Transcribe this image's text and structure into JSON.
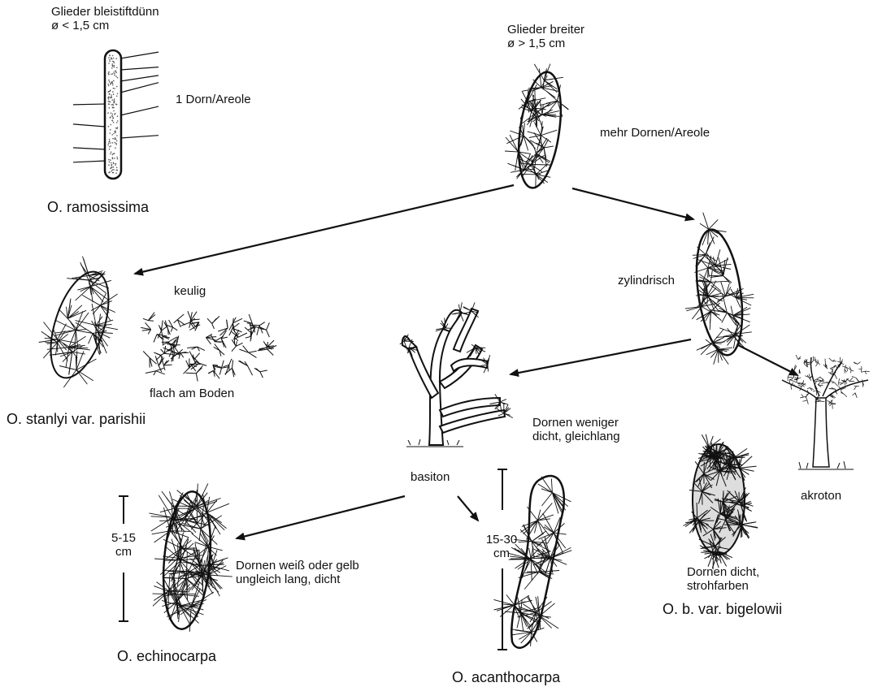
{
  "labels": {
    "thin_segments": [
      "Glieder bleistiftdünn",
      "ø < 1,5 cm"
    ],
    "wide_segments": [
      "Glieder breiter",
      "ø > 1,5 cm"
    ],
    "one_spine": "1 Dorn/Areole",
    "more_spines": "mehr Dornen/Areole",
    "clubbed": "keulig",
    "flat_ground": "flach am Boden",
    "cylindrical": "zylindrisch",
    "basitonic": "basiton",
    "acrotonic": "akroton",
    "spines_less_dense": [
      "Dornen weniger",
      "dicht, gleichlang"
    ],
    "spines_white_yellow": [
      "Dornen weiß oder gelb",
      "ungleich lang, dicht"
    ],
    "spines_dense_straw": [
      "Dornen dicht,",
      "strohfarben"
    ],
    "size_5_15": [
      "5-15",
      "cm"
    ],
    "size_15_30": [
      "15-30",
      "cm"
    ]
  },
  "species": {
    "ramosissima": "O. ramosissima",
    "stanlyi": "O. stanlyi var. parishii",
    "echinocarpa": "O. echinocarpa",
    "acanthocarpa": "O. acanthocarpa",
    "bigelowii": "O. b. var. bigelowii"
  }
}
